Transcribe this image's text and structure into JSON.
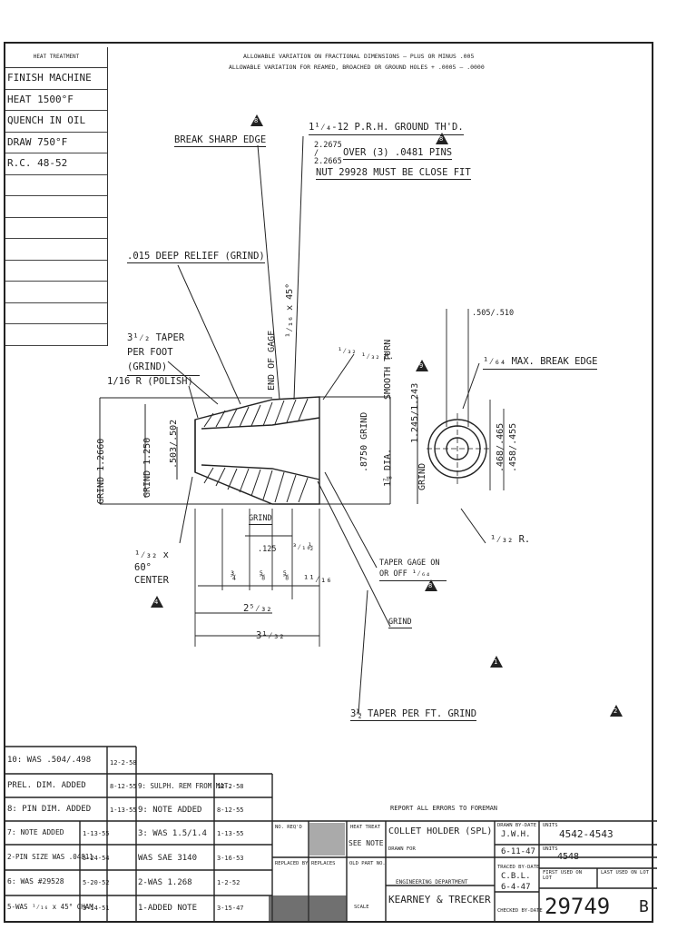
{
  "heat_treatment": {
    "header": "HEAT TREATMENT",
    "rows": [
      "FINISH MACHINE",
      "HEAT 1500°F",
      "QUENCH IN OIL",
      "DRAW 750°F",
      "R.C. 48-52",
      "",
      "",
      "",
      "",
      "",
      "",
      "",
      ""
    ]
  },
  "tolerance_notes": [
    "ALLOWABLE VARIATION ON FRACTIONAL DIMENSIONS — PLUS OR MINUS .005",
    "ALLOWABLE VARIATION FOR REAMED, BROACHED OR GROUND HOLES + .0005 — .0000"
  ],
  "callouts": {
    "break_sharp_edge": "BREAK SHARP EDGE",
    "thread": "1¹⁄₄-12 P.R.H. GROUND TH'D.",
    "over_pins_vals": "2.2675 / 2.2665",
    "over_pins": "OVER (3) .0481 PINS",
    "nut": "NUT 29928 MUST BE CLOSE FIT",
    "relief": ".015 DEEP RELIEF (GRIND)",
    "taper_per_foot": "3¹⁄₂ TAPER PER FOOT (GRIND)",
    "polish": "1/16 R (POLISH)",
    "end_of_gage": "END OF GAGE",
    "chamfer": "¹⁄₁₆ x 45°",
    "smooth_turn": "SMOOTH TURN",
    "grind_1_2660": "GRIND 1.2660",
    "grind_1_250": "GRIND 1.250",
    "bore": ".503/.502",
    "bore_8750": ".8750 GRIND",
    "dia": "1⅞ DIA.",
    "od_1245": "1.245/1.243",
    "grind_side": "GRIND",
    "grind_small": "GRIND",
    "dim_125": ".125",
    "center": "¹⁄₃₂ x 60° CENTER",
    "taper_gage": "TAPER GAGE ON OR OFF ¹⁄₆₄",
    "grind": "GRIND",
    "taper_grind": "3½ TAPER PER FT. GRIND",
    "max_break_edge": "¹⁄₆₄ MAX. BREAK EDGE",
    "end_dim": ".505/.510",
    "end_468": ".468/.465",
    "end_458": ".458/.455",
    "r_32": "¹⁄₃₂ R.",
    "dims": {
      "d1": "¾",
      "d2": "⅝",
      "d3": "⅝",
      "d4": "¹¹⁄₁₆",
      "d5": "2⁵⁄₃₂",
      "d6": "3¹⁄₃₂",
      "d7": "³⁄₁₆",
      "d8": "½",
      "r1": "¹⁄₃₂",
      "r2": "¹⁄₃₂ R."
    }
  },
  "revisions": [
    {
      "text": "10: WAS .504/.498",
      "date": "12-2-58"
    },
    {
      "text": "PREL. DIM. ADDED",
      "date": "8-12-55"
    },
    {
      "text": "8: PIN DIM. ADDED",
      "date": "1-13-55"
    },
    {
      "text": "7: NOTE ADDED",
      "date": "1-13-55"
    },
    {
      "text": "2-PIN SIZE WAS .04811",
      "date": "5-24-54"
    },
    {
      "text": "6: WAS #29528",
      "date": "5-20-52"
    },
    {
      "text": "5-WAS ¹⁄₁₆ x 45° CHAM",
      "date": "3-14-51"
    }
  ],
  "revisions_col2": [
    {
      "text": "9: SULPH. REM FROM MAT.",
      "date": "12-2-58"
    },
    {
      "text": "9: NOTE ADDED",
      "date": "8-12-55"
    },
    {
      "text": "3: WAS 1.5/1.4",
      "date": "1-13-55"
    },
    {
      "text": "WAS SAE 3140",
      "date": "3-16-53"
    },
    {
      "text": "2-WAS 1.268",
      "date": "1-2-52"
    },
    {
      "text": "1-ADDED NOTE",
      "date": "3-15-47"
    }
  ],
  "title_block": {
    "report": "REPORT ALL ERRORS TO FOREMAN",
    "no_req": "NO. REQ'D",
    "heat_treat": "HEAT TREAT",
    "see_note": "SEE NOTE",
    "replaced_by": "REPLACED BY",
    "replaces": "REPLACES",
    "old_part_no": "OLD PART NO.",
    "scale": "SCALE",
    "drawn_for": "DRAWN FOR",
    "part_name": "COLLET HOLDER (SPL)",
    "engineering": "ENGINEERING DEPARTMENT",
    "company": "KEARNEY & TRECKER",
    "drawn_by_label": "DRAWN BY-DATE",
    "drawn_by": "J.W.H.",
    "drawn_date": "6-11-47",
    "traced_by_label": "TRACED BY-DATE",
    "traced_by": "C.B.L.",
    "traced_date": "6-4-47",
    "checked_label": "CHECKED BY-DATE",
    "units_label": "UNITS",
    "units1": "4542-4543",
    "units2": "4548",
    "first_used": "FIRST USED ON LOT",
    "last_used": "LAST USED ON LOT",
    "drawing_no": "29749",
    "rev_letter": "B"
  },
  "triangles": [
    "8",
    "8",
    "9",
    "4",
    "2",
    "1",
    "8"
  ],
  "colors": {
    "ink": "#1e1e1e",
    "paper": "#ffffff"
  }
}
